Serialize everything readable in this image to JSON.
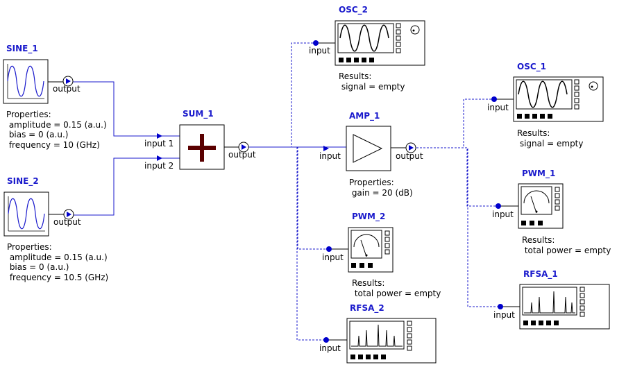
{
  "colors": {
    "title": "#1a1acc",
    "wire_solid": "#1a1acc",
    "wire_dashed": "#1a1acc",
    "port_dot": "#0000cc",
    "sum_plus": "#5a0000",
    "block_border": "#000000",
    "block_bg": "#ffffff"
  },
  "blocks": {
    "sine_1": {
      "title": "SINE_1",
      "output_label": "output",
      "properties_header": "Properties:",
      "properties": [
        " amplitude = 0.15 (a.u.)",
        " bias = 0 (a.u.)",
        " frequency = 10 (GHz)"
      ]
    },
    "sine_2": {
      "title": "SINE_2",
      "output_label": "output",
      "properties_header": "Properties:",
      "properties": [
        " amplitude = 0.15 (a.u.)",
        " bias = 0 (a.u.)",
        " frequency = 10.5 (GHz)"
      ]
    },
    "sum_1": {
      "title": "SUM_1",
      "input1_label": "input 1",
      "input2_label": "input 2",
      "output_label": "output"
    },
    "amp_1": {
      "title": "AMP_1",
      "input_label": "input",
      "output_label": "output",
      "properties_header": "Properties:",
      "properties": [
        " gain = 20 (dB)"
      ]
    },
    "osc_2": {
      "title": "OSC_2",
      "input_label": "input",
      "results_header": "Results:",
      "results": [
        " signal = empty"
      ]
    },
    "osc_1": {
      "title": "OSC_1",
      "input_label": "input",
      "results_header": "Results:",
      "results": [
        " signal = empty"
      ]
    },
    "pwm_2": {
      "title": "PWM_2",
      "input_label": "input",
      "results_header": "Results:",
      "results": [
        " total power = empty"
      ]
    },
    "pwm_1": {
      "title": "PWM_1",
      "input_label": "input",
      "results_header": "Results:",
      "results": [
        " total power = empty"
      ]
    },
    "rfsa_2": {
      "title": "RFSA_2",
      "input_label": "input"
    },
    "rfsa_1": {
      "title": "RFSA_1",
      "input_label": "input"
    }
  }
}
